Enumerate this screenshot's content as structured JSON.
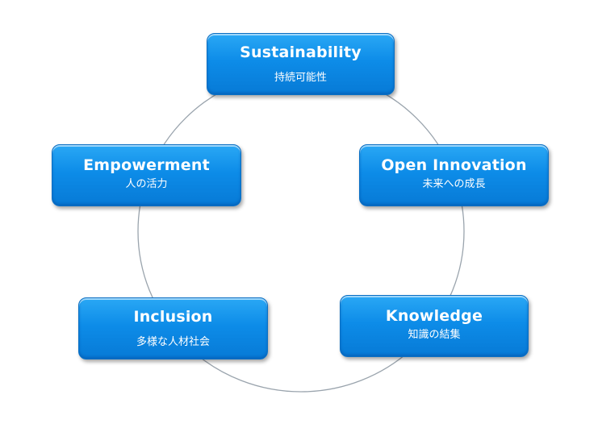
{
  "diagram": {
    "type": "cycle",
    "colors": {
      "node_fill": "#0d8ce8",
      "node_border": "#0a6fc4",
      "ring_stroke": "#9aa4ad",
      "text": "#ffffff"
    },
    "nodes": [
      {
        "id": "sustainability",
        "title": "Sustainability",
        "subtitle": "持続可能性"
      },
      {
        "id": "open-innovation",
        "title": "Open Innovation",
        "subtitle": "未来への成長"
      },
      {
        "id": "knowledge",
        "title": "Knowledge",
        "subtitle": "知識の結集"
      },
      {
        "id": "inclusion",
        "title": "Inclusion",
        "subtitle": "多様な人材社会"
      },
      {
        "id": "empowerment",
        "title": "Empowerment",
        "subtitle": "人の活力"
      }
    ]
  }
}
